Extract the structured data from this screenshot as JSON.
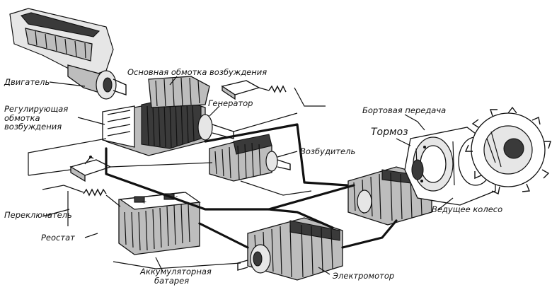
{
  "diagram": {
    "labels": {
      "engine": "Двигатель",
      "main_winding": "Основная обмотка возбуждения",
      "regulating_winding_1": "Регулирующая",
      "regulating_winding_2": "обмотка",
      "regulating_winding_3": "возбуждения",
      "generator": "Генератор",
      "exciter": "Возбудитель",
      "final_drive": "Бортовая передача",
      "brake": "Тормоз",
      "drive_wheel": "Ведущее колесо",
      "switch": "Переключатель",
      "rheostat": "Реостат",
      "battery_1": "Аккумуляторная",
      "battery_2": "батарея",
      "motor": "Электромотор"
    }
  }
}
